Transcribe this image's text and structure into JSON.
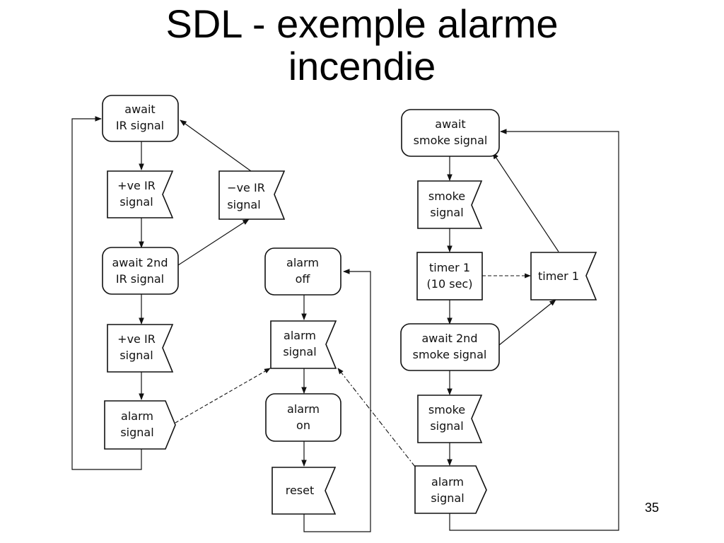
{
  "title": {
    "line1": "SDL - exemple alarme",
    "line2": "incendie"
  },
  "page_number": "35",
  "nodes": {
    "await_ir": [
      "await",
      "IR signal"
    ],
    "pos_ir_1": [
      "+ve IR",
      "signal"
    ],
    "neg_ir": [
      "−ve IR",
      "signal"
    ],
    "await_2nd_ir": [
      "await 2nd",
      "IR signal"
    ],
    "pos_ir_2": [
      "+ve IR",
      "signal"
    ],
    "alarm_signal_ir": [
      "alarm",
      "signal"
    ],
    "alarm_off": [
      "alarm",
      "off"
    ],
    "alarm_signal_in": [
      "alarm",
      "signal"
    ],
    "alarm_on": [
      "alarm",
      "on"
    ],
    "reset": [
      "reset"
    ],
    "await_smoke": [
      "await",
      "smoke signal"
    ],
    "smoke_signal_1": [
      "smoke",
      "signal"
    ],
    "timer1_set": [
      "timer 1",
      "(10 sec)"
    ],
    "timer1_expiry": [
      "timer 1"
    ],
    "await_2nd_smoke": [
      "await 2nd",
      "smoke signal"
    ],
    "smoke_signal_2": [
      "smoke",
      "signal"
    ],
    "alarm_signal_smoke": [
      "alarm",
      "signal"
    ]
  }
}
